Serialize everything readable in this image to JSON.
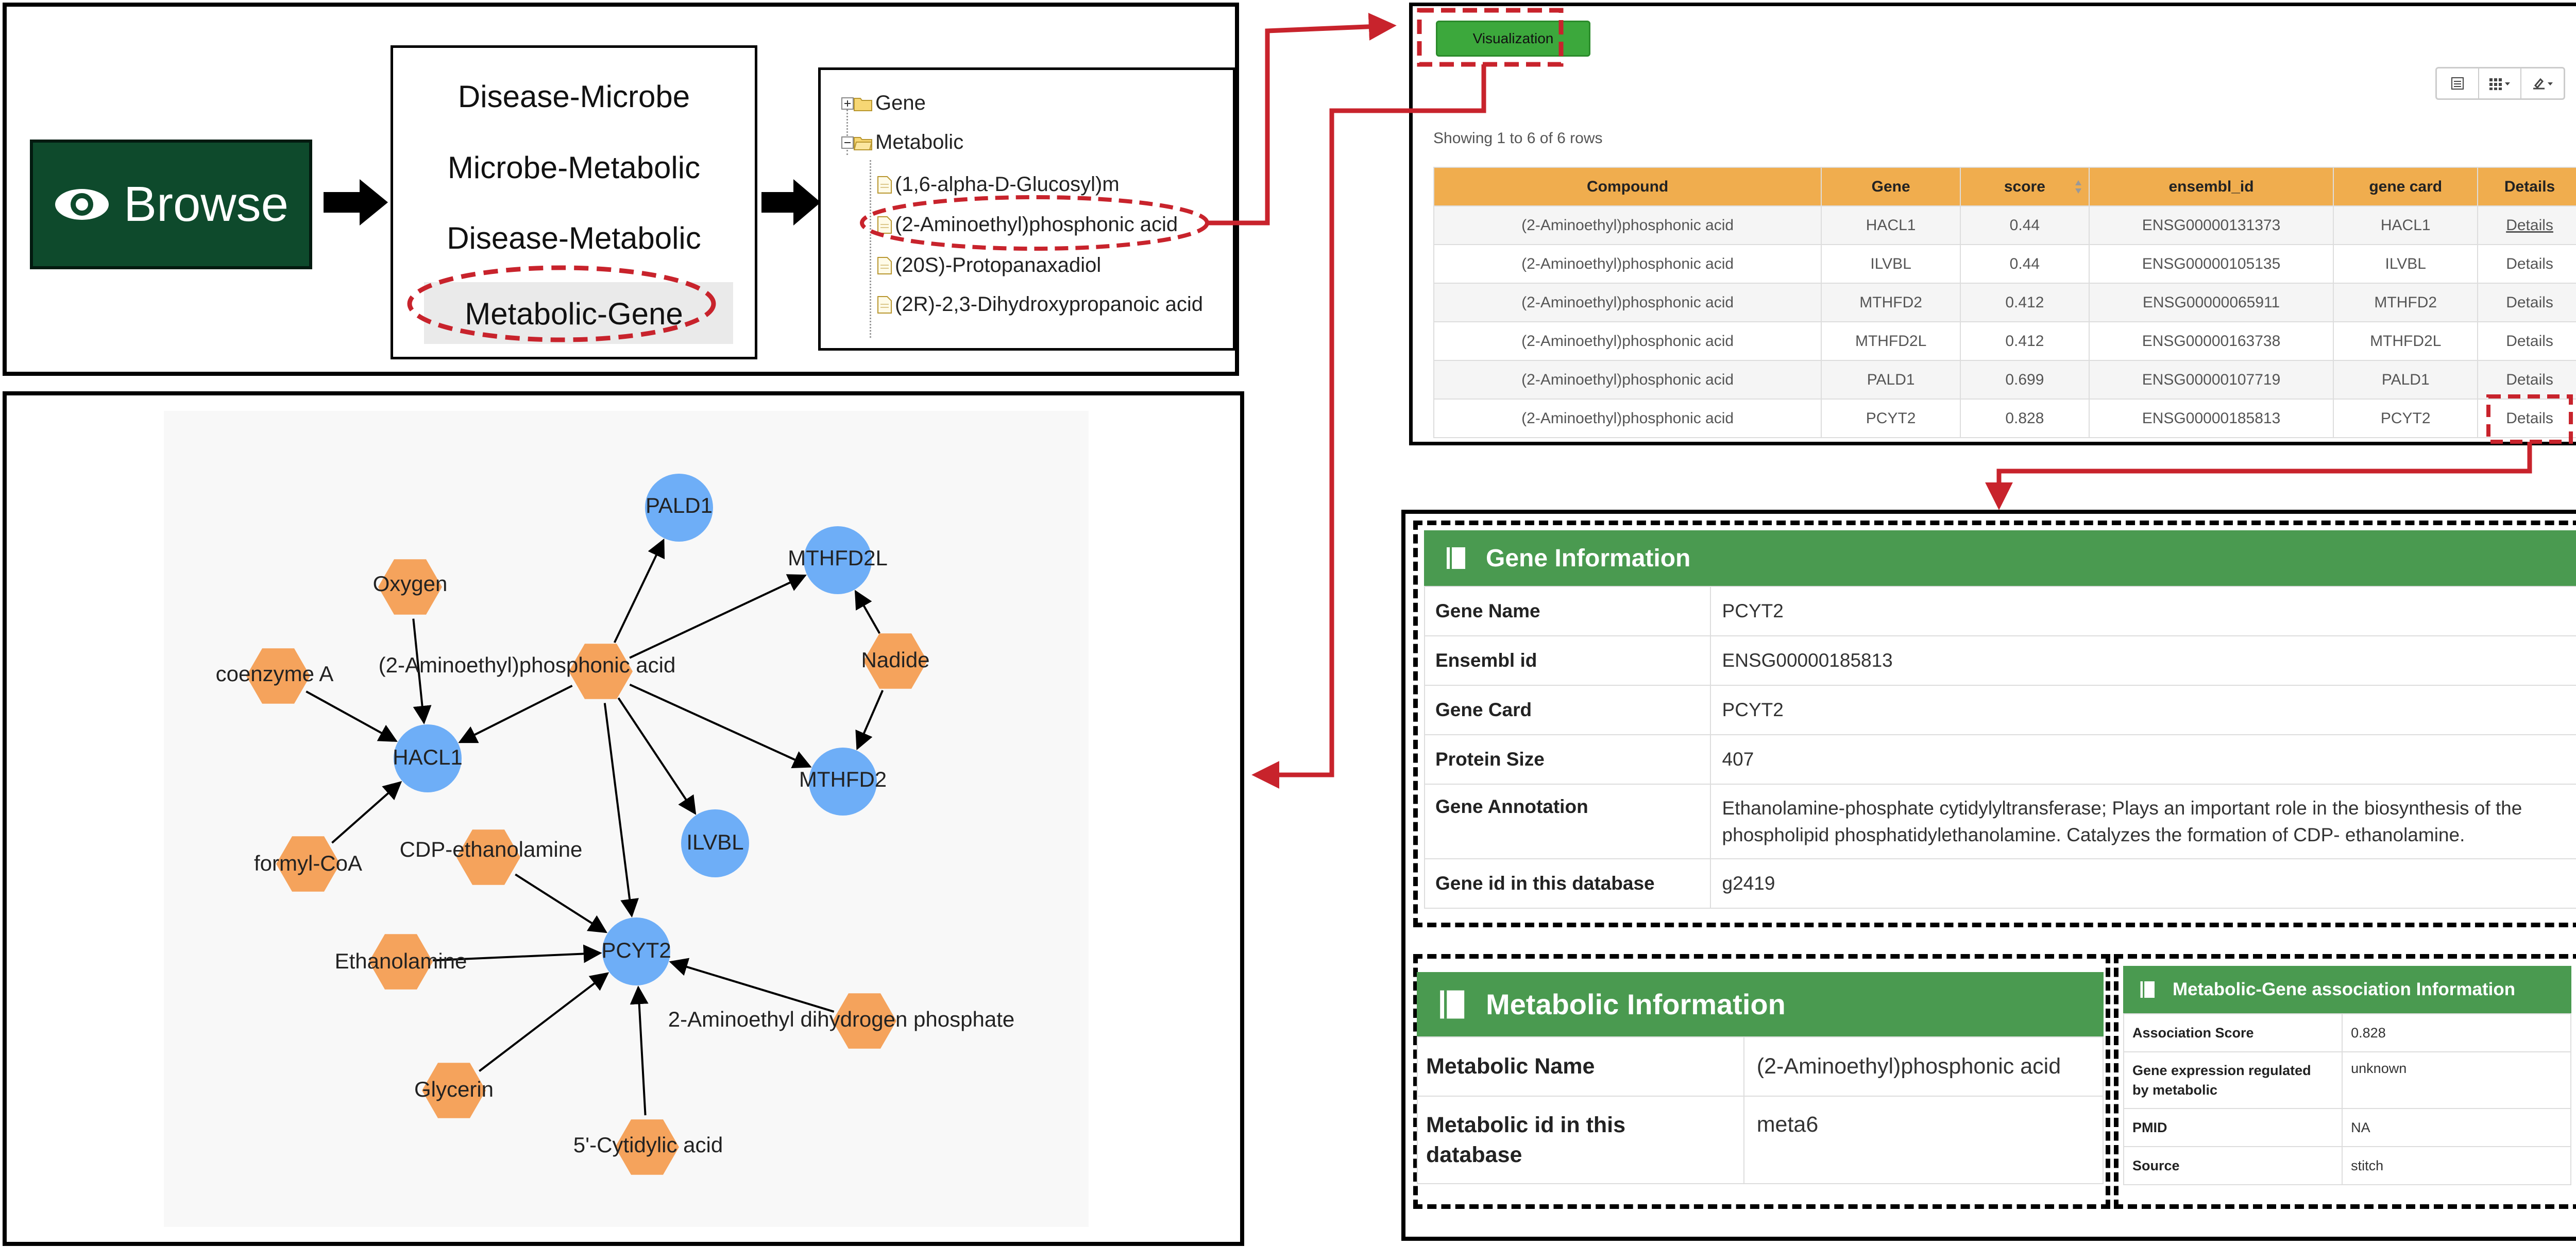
{
  "browse": {
    "button_label": "Browse",
    "menu_items": [
      "Disease-Microbe",
      "Microbe-Metabolic",
      "Disease-Metabolic",
      "Metabolic-Gene"
    ],
    "tree": {
      "gene_label": "Gene",
      "metabolic_label": "Metabolic",
      "children": [
        "(1,6-alpha-D-Glucosyl)m",
        "(2-Aminoethyl)phosphonic acid",
        "(20S)-Protopanaxadiol",
        "(2R)-2,3-Dihydroxypropanoic acid"
      ]
    }
  },
  "table_panel": {
    "visualization_button": "Visualization",
    "rows_info": "Showing 1 to 6 of 6 rows",
    "columns": [
      "Compound",
      "Gene",
      "score",
      "ensembl_id",
      "gene card",
      "Details"
    ],
    "rows": [
      {
        "compound": "(2-Aminoethyl)phosphonic acid",
        "gene": "HACL1",
        "score": "0.44",
        "ensembl": "ENSG00000131373",
        "card": "HACL1",
        "details": "Details"
      },
      {
        "compound": "(2-Aminoethyl)phosphonic acid",
        "gene": "ILVBL",
        "score": "0.44",
        "ensembl": "ENSG00000105135",
        "card": "ILVBL",
        "details": "Details"
      },
      {
        "compound": "(2-Aminoethyl)phosphonic acid",
        "gene": "MTHFD2",
        "score": "0.412",
        "ensembl": "ENSG00000065911",
        "card": "MTHFD2",
        "details": "Details"
      },
      {
        "compound": "(2-Aminoethyl)phosphonic acid",
        "gene": "MTHFD2L",
        "score": "0.412",
        "ensembl": "ENSG00000163738",
        "card": "MTHFD2L",
        "details": "Details"
      },
      {
        "compound": "(2-Aminoethyl)phosphonic acid",
        "gene": "PALD1",
        "score": "0.699",
        "ensembl": "ENSG00000107719",
        "card": "PALD1",
        "details": "Details"
      },
      {
        "compound": "(2-Aminoethyl)phosphonic acid",
        "gene": "PCYT2",
        "score": "0.828",
        "ensembl": "ENSG00000185813",
        "card": "PCYT2",
        "details": "Details"
      }
    ]
  },
  "network": {
    "genes": [
      "PALD1",
      "MTHFD2L",
      "HACL1",
      "MTHFD2",
      "ILVBL",
      "PCYT2"
    ],
    "metabolites": [
      "Oxygen",
      "(2-Aminoethyl)phosphonic acid",
      "Nadide",
      "coenzyme A",
      "formyl-CoA",
      "CDP-ethanolamine",
      "Ethanolamine",
      "2-Aminoethyl dihydrogen phosphate",
      "Glycerin",
      "5'-Cytidylic acid"
    ],
    "colors": {
      "gene": "#6eaef7",
      "metabolite": "#f5a35c"
    }
  },
  "gene_info": {
    "title": "Gene Information",
    "rows": [
      {
        "k": "Gene Name",
        "v": "PCYT2"
      },
      {
        "k": "Ensembl id",
        "v": "ENSG00000185813"
      },
      {
        "k": "Gene Card",
        "v": "PCYT2"
      },
      {
        "k": "Protein Size",
        "v": "407"
      },
      {
        "k": "Gene Annotation",
        "v": "Ethanolamine-phosphate cytidylyltransferase; Plays an important role in the biosynthesis of the phospholipid phosphatidylethanolamine. Catalyzes the formation of CDP- ethanolamine."
      },
      {
        "k": "Gene id in this database",
        "v": "g2419"
      }
    ]
  },
  "metabolic_info": {
    "title": "Metabolic Information",
    "rows": [
      {
        "k": "Metabolic Name",
        "v": "(2-Aminoethyl)phosphonic acid"
      },
      {
        "k": "Metabolic id in this database",
        "v": "meta6"
      }
    ]
  },
  "assoc_info": {
    "title": "Metabolic-Gene association Information",
    "rows": [
      {
        "k": "Association Score",
        "v": "0.828"
      },
      {
        "k": "Gene expression regulated by metabolic",
        "v": "unknown"
      },
      {
        "k": "PMID",
        "v": "NA"
      },
      {
        "k": "Source",
        "v": "stitch"
      }
    ]
  }
}
